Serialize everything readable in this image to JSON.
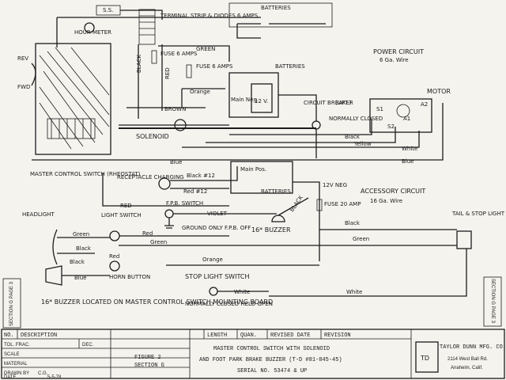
{
  "top": {
    "ss": "S.S.",
    "hour_meter": "HOUR METER",
    "terminal_strip": "TERMINAL STRIP & DIODES 6 AMPS",
    "batteries_top": "BATTERIES",
    "green": "GREEN",
    "fuse1": "FUSE 6 AMPS",
    "fuse2": "FUSE 6 AMPS",
    "red": "RED",
    "black": "BLACK",
    "orange": "Orange",
    "brown": "BROWN",
    "solenoid": "SOLENOID",
    "rev": "REV",
    "fwd": "FWD"
  },
  "power": {
    "title": "POWER CIRCUIT",
    "wire": "6 Ga. Wire",
    "batteries": "BATTERIES",
    "main_neg": "Main Neg.",
    "v12": "12 V.",
    "circuit_breaker": "CIRCUIT BREAKER",
    "upt": "(UPT.)",
    "normally_closed": "NORMALLY CLOSED",
    "motor": "MOTOR",
    "s1": "S1",
    "a2": "A2",
    "a1": "A1",
    "s2": "S2",
    "black": "Black",
    "yellow": "Yellow",
    "white": "White",
    "blue": "Blue",
    "blue2": "Blue"
  },
  "left": {
    "master_control": "MASTER CONTROL SWITCH (RHEOSTAT)",
    "receptacle": "RECEPTACLE CHARGING",
    "black12": "Black #12",
    "red12": "Red #12",
    "main_pos": "Main Pos.",
    "batteries_mid": "BATTERIES",
    "v12neg": "12V NEG",
    "fuse20": "FUSE 20 AMP",
    "red": "RED",
    "fpb_switch": "F.P.B. SWITCH",
    "violet": "VIOLET",
    "ground": "GROUND ONLY F.P.B. OFF",
    "buzzer": "16* BUZZER",
    "black_diag": "BLACK"
  },
  "accessory": {
    "title": "ACCESSORY CIRCUIT",
    "wire": "16 Ga. Wire",
    "tail_stop": "TAIL & STOP LIGHT",
    "black": "Black",
    "green": "Green"
  },
  "lighting": {
    "headlight": "HEADLIGHT",
    "light_switch": "LIGHT SWITCH",
    "green": "Green",
    "red": "Red",
    "green2": "Green",
    "black": "Black",
    "black2": "Black",
    "red2": "Red",
    "blue": "Blue",
    "horn_button": "HORN BUTTON",
    "orange": "Orange",
    "stop_light_switch": "STOP LIGHT SWITCH",
    "white": "White",
    "white2": "White",
    "normally_closed": "NORMALLY CLOSED HELD OPEN",
    "buzzer_note": "16* BUZZER LOCATED ON MASTER CONTROL SWITCH MOUNTING BOARD",
    "section_left": "SECTION G PAGE 3",
    "section_right": "SECTION G PAGE 3"
  },
  "title_block": {
    "no": "NO.",
    "description": "DESCRIPTION",
    "length": "LENGTH",
    "quan": "QUAN.",
    "revised_date": "REVISED DATE",
    "revision": "REVISION",
    "tol_frac": "TOL. FRAC.",
    "dec": "DEC.",
    "scale": "SCALE",
    "material": "MATERIAL",
    "drawn_by": "DRAWN BY",
    "drawn_by_val": "C.G.",
    "date": "DATE",
    "date_val": "5-5-78",
    "figure": "FIGURE 2",
    "section": "SECTION G",
    "title1": "MASTER CONTROL SWITCH WITH SOLENOID",
    "title2": "AND FOOT PARK BRAKE BUZZER (T-D #81-845-45)",
    "serial": "SERIAL NO. 53474 & UP",
    "company": "TAYLOR DUNN MFG. CO.",
    "address1": "2114 West Ball Rd.",
    "address2": "Anaheim, Calif.",
    "logo": "TD"
  }
}
